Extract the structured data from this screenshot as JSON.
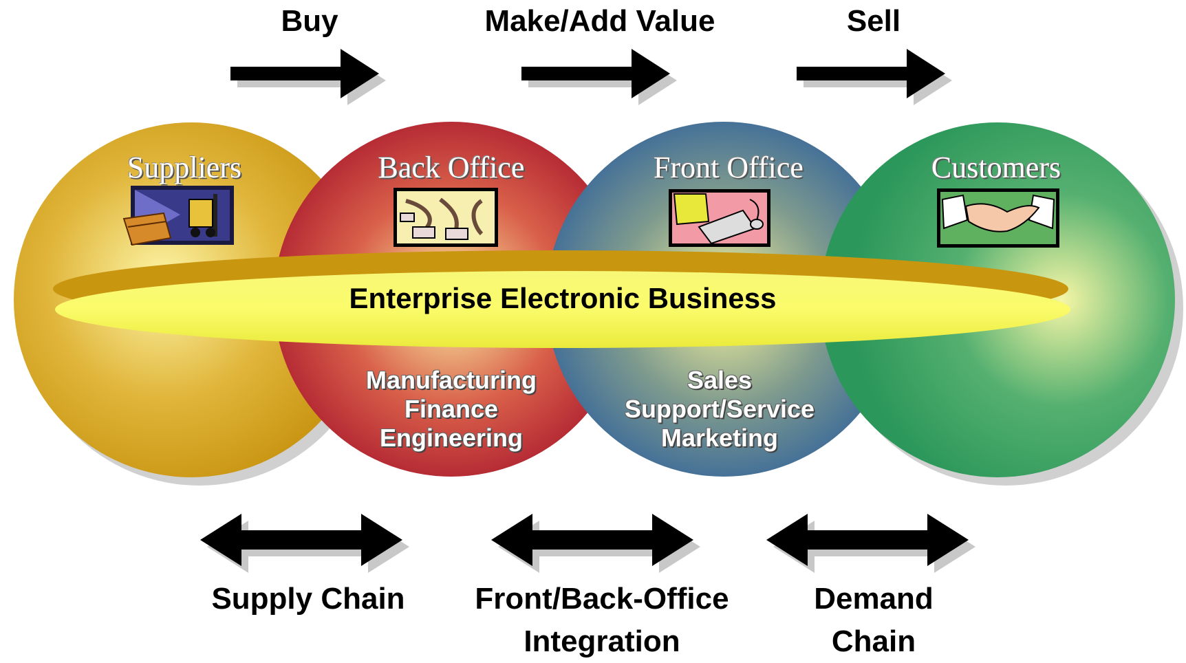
{
  "top_labels": {
    "buy": "Buy",
    "make": "Make/Add Value",
    "sell": "Sell"
  },
  "circles": {
    "suppliers": {
      "title": "Suppliers",
      "icon": "forklift-icon",
      "color": "#d4a017"
    },
    "back_office": {
      "title": "Back Office",
      "icon": "cables-icon",
      "color": "#b01a2a",
      "items": [
        "Manufacturing",
        "Finance",
        "Engineering"
      ]
    },
    "front_office": {
      "title": "Front Office",
      "icon": "computer-icon",
      "color": "#2f5f9a",
      "items": [
        "Sales",
        "Support/Service",
        "Marketing"
      ]
    },
    "customers": {
      "title": "Customers",
      "icon": "handshake-icon",
      "color": "#2e9a5e"
    }
  },
  "center_band": {
    "label": "Enterprise Electronic Business",
    "color": "#f2f25a"
  },
  "bottom_labels": {
    "supply": "Supply Chain",
    "integration_1": "Front/Back-Office",
    "integration_2": "Integration",
    "demand_1": "Demand",
    "demand_2": "Chain"
  }
}
